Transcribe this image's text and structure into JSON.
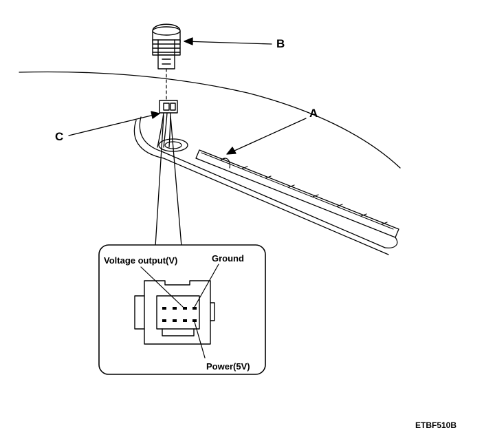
{
  "callouts": {
    "a": "A",
    "b": "B",
    "c": "C"
  },
  "connector_detail": {
    "voltage_output": "Voltage output(V)",
    "ground": "Ground",
    "power": "Power(5V)"
  },
  "figure_code": "ETBF510B"
}
